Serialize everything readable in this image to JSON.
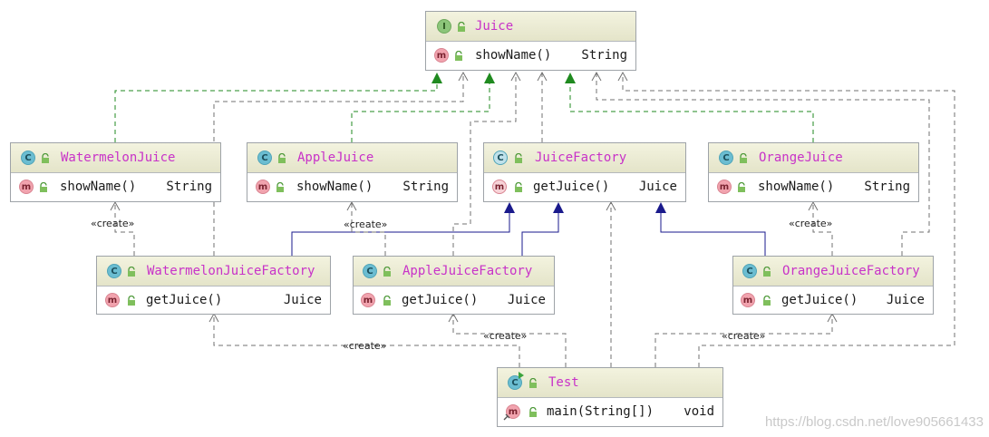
{
  "classes": {
    "juice": {
      "kind": "I",
      "name": "Juice",
      "members": [
        {
          "kind": "m",
          "name": "showName()",
          "type": "String"
        }
      ]
    },
    "watermelon_juice": {
      "kind": "C",
      "name": "WatermelonJuice",
      "members": [
        {
          "kind": "m",
          "name": "showName()",
          "type": "String"
        }
      ]
    },
    "apple_juice": {
      "kind": "C",
      "name": "AppleJuice",
      "members": [
        {
          "kind": "m",
          "name": "showName()",
          "type": "String"
        }
      ]
    },
    "juice_factory": {
      "kind": "C",
      "name": "JuiceFactory",
      "members": [
        {
          "kind": "m",
          "name": "getJuice()",
          "type": "Juice"
        }
      ]
    },
    "orange_juice": {
      "kind": "C",
      "name": "OrangeJuice",
      "members": [
        {
          "kind": "m",
          "name": "showName()",
          "type": "String"
        }
      ]
    },
    "watermelon_factory": {
      "kind": "C",
      "name": "WatermelonJuiceFactory",
      "members": [
        {
          "kind": "m",
          "name": "getJuice()",
          "type": "Juice"
        }
      ]
    },
    "apple_factory": {
      "kind": "C",
      "name": "AppleJuiceFactory",
      "members": [
        {
          "kind": "m",
          "name": "getJuice()",
          "type": "Juice"
        }
      ]
    },
    "orange_factory": {
      "kind": "C",
      "name": "OrangeJuiceFactory",
      "members": [
        {
          "kind": "m",
          "name": "getJuice()",
          "type": "Juice"
        }
      ]
    },
    "test": {
      "kind": "C",
      "name": "Test",
      "members": [
        {
          "kind": "m",
          "name": "main(String[])",
          "type": "void"
        }
      ]
    }
  },
  "labels": {
    "create_watermelon": "«create»",
    "create_apple": "«create»",
    "create_orange": "«create»",
    "create_test_watermelon": "«create»",
    "create_test_apple": "«create»",
    "create_test_orange": "«create»"
  },
  "watermark": "https://blog.csdn.net/love905661433",
  "colors": {
    "implements": "#1f8a1f",
    "extends": "#1a1a8c",
    "dependency": "#707070",
    "class_name": "#c832c8"
  }
}
